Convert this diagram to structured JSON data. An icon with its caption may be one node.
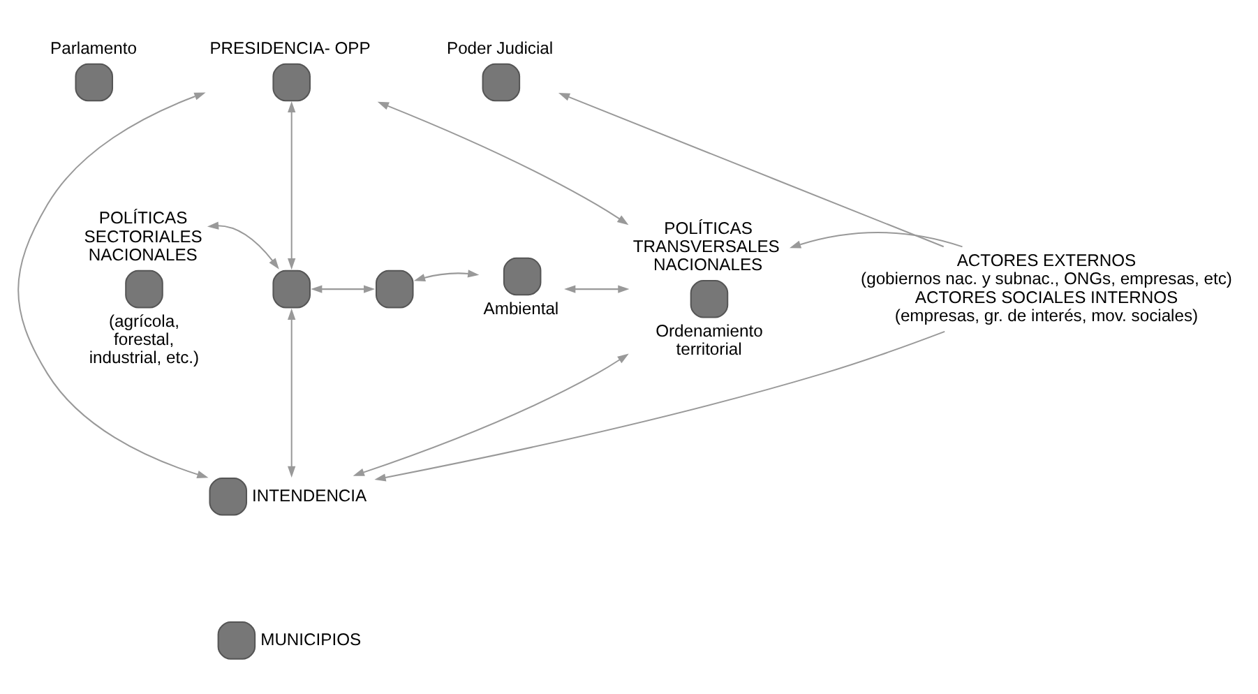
{
  "diagram": {
    "nodes": [
      {
        "text": [
          "Parlamento"
        ]
      },
      {
        "text": [
          "PRESIDENCIA- OPP"
        ]
      },
      {
        "text": [
          "Poder Judicial"
        ]
      },
      {
        "text": [
          "ACTORES EXTERNOS",
          "(gobiernos nac. y subnac., ONGs, empresas, etc)",
          "ACTORES SOCIALES INTERNOS",
          "(empresas, gr. de interés, mov. sociales)"
        ]
      },
      {
        "text": [
          "POLÍTICAS SECTORIALES NACIONALES",
          "(agrícola, forestal, industrial, etc.)"
        ]
      },
      {
        "text": [],
        "shape": "circle"
      },
      {
        "text": [],
        "shape": "circle"
      },
      {
        "text": [
          "Ambiental"
        ]
      },
      {
        "text": [
          "POLÍTICAS TRANSVERSALES NACIONALES",
          "Ordenamiento territorial"
        ]
      },
      {
        "text": [
          "INTENDENCIA"
        ]
      },
      {
        "text": [
          "MUNICIPIOS"
        ]
      }
    ],
    "edges": [
      {
        "from": 1,
        "to": 5,
        "arrow": "both"
      },
      {
        "from": 1,
        "to": 8,
        "arrow": "both"
      },
      {
        "from": 1,
        "to": 9,
        "arrow": "both"
      },
      {
        "from": 4,
        "to": 5,
        "arrow": "both"
      },
      {
        "from": 5,
        "to": 6,
        "arrow": "both"
      },
      {
        "from": 6,
        "to": 7,
        "arrow": "both"
      },
      {
        "from": 7,
        "to": 8,
        "arrow": "both"
      },
      {
        "from": 5,
        "to": 9,
        "arrow": "both"
      },
      {
        "from": 8,
        "to": 9,
        "arrow": "both"
      },
      {
        "from": 3,
        "to": 2,
        "arrow": "to"
      },
      {
        "from": 3,
        "to": 8,
        "arrow": "to"
      },
      {
        "from": 3,
        "to": 9,
        "arrow": "to"
      }
    ]
  }
}
